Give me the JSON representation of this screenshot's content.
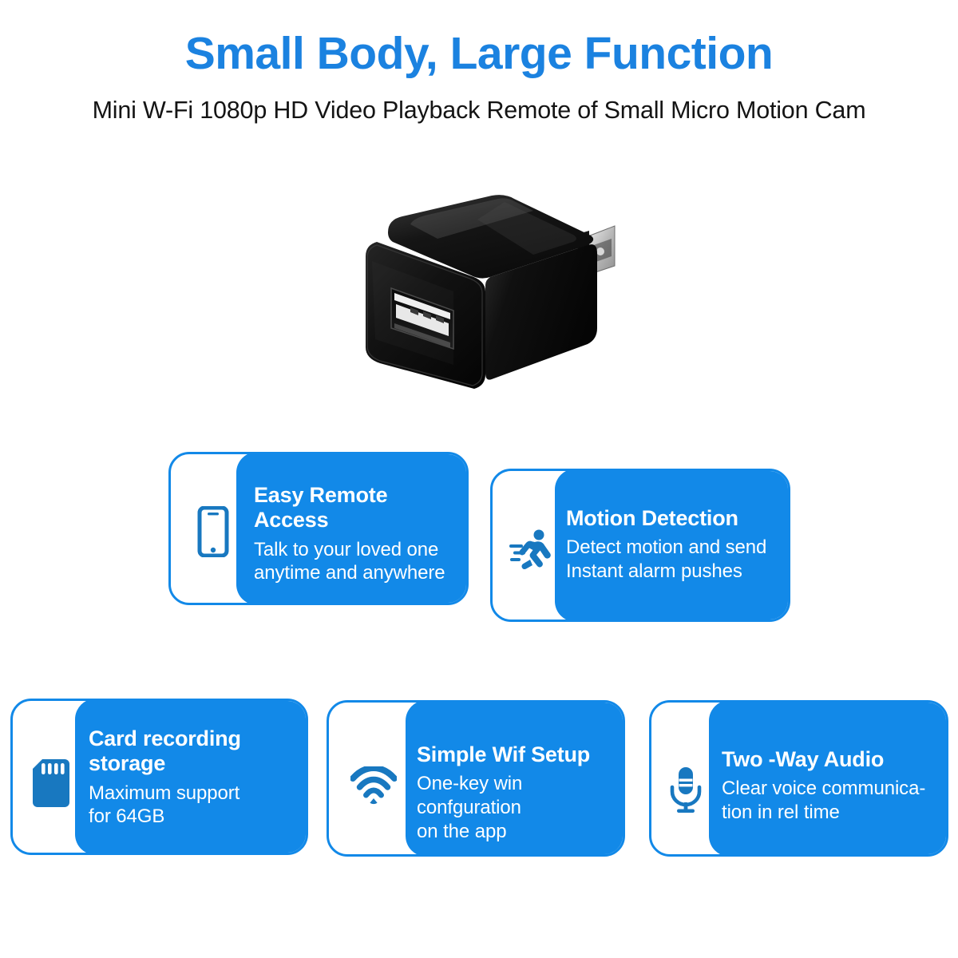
{
  "header": {
    "title": "Small Body, Large Function",
    "subtitle": "Mini W-Fi 1080p HD Video Playback Remote of Small Micro Motion Cam",
    "title_color": "#1b82e0",
    "subtitle_color": "#141414"
  },
  "product": {
    "name": "Mini WiFi hidden camera USB wall charger",
    "body_color": "#121212",
    "prong_color": "#c9c9c9",
    "port_label": "usb-a-port"
  },
  "theme": {
    "accent_blue": "#1289e8",
    "icon_blue": "#1878c0",
    "card_text_color": "#ffffff",
    "background": "#ffffff"
  },
  "features": [
    {
      "id": "easy-remote-access",
      "icon": "smartphone-icon",
      "title": "Easy Remote\nAccess",
      "description": "Talk to your loved one\nanytime and anywhere"
    },
    {
      "id": "motion-detection",
      "icon": "running-person-icon",
      "title": "Motion Detection",
      "description": "Detect motion and send\nInstant alarm pushes"
    },
    {
      "id": "card-recording-storage",
      "icon": "sd-card-icon",
      "title": "Card recording\nstorage",
      "description": "Maximum support\nfor 64GB"
    },
    {
      "id": "simple-wifi-setup",
      "icon": "wifi-icon",
      "title": "Simple Wif Setup",
      "description": "One-key win confguration\non the app"
    },
    {
      "id": "two-way-audio",
      "icon": "microphone-icon",
      "title": "Two -Way Audio",
      "description": "Clear voice communica-\ntion in rel time"
    }
  ]
}
